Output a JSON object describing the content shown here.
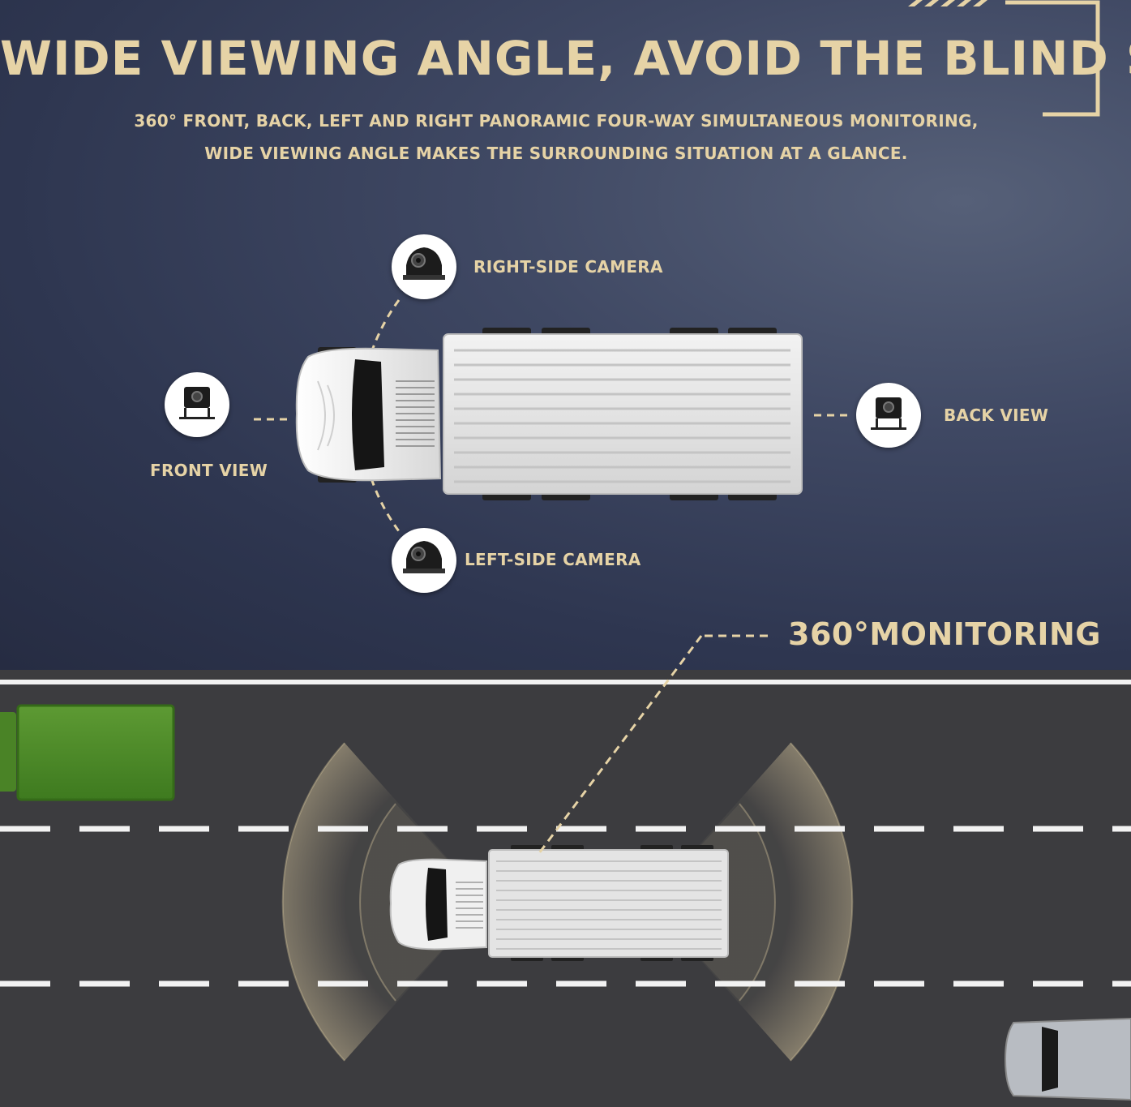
{
  "headline": "WIDE VIEWING ANGLE, AVOID THE BLIND SPOT",
  "subtitle_line1": "360° FRONT, BACK, LEFT AND RIGHT PANORAMIC FOUR-WAY SIMULTANEOUS MONITORING,",
  "subtitle_line2": "WIDE VIEWING ANGLE MAKES THE SURROUNDING SITUATION AT A GLANCE.",
  "cameras": {
    "right": "RIGHT-SIDE CAMERA",
    "front": "FRONT VIEW",
    "back": "BACK VIEW",
    "left": "LEFT-SIDE CAMERA"
  },
  "monitoring_label": "360°MONITORING",
  "colors": {
    "accent_gold": "#e6d3a6",
    "sky_top": "#3f4863",
    "road": "#3c3c3f",
    "green_truck": "#4d8a2a"
  }
}
